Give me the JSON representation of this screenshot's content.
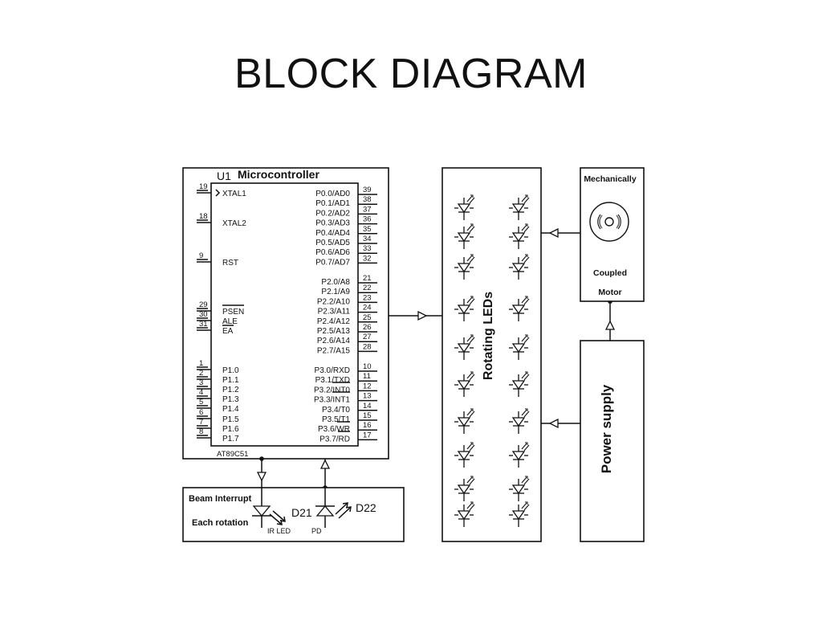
{
  "title": "BLOCK DIAGRAM",
  "mcu": {
    "ref": "U1",
    "title": "Microcontroller",
    "part": "AT89C51",
    "left_pins": [
      {
        "num": "19",
        "name": "XTAL1"
      },
      {
        "num": "18",
        "name": "XTAL2"
      },
      {
        "num": "9",
        "name": "RST"
      },
      {
        "num": "29",
        "name": "PSEN"
      },
      {
        "num": "30",
        "name": "ALE"
      },
      {
        "num": "31",
        "name": "EA"
      },
      {
        "num": "1",
        "name": "P1.0"
      },
      {
        "num": "2",
        "name": "P1.1"
      },
      {
        "num": "3",
        "name": "P1.2"
      },
      {
        "num": "4",
        "name": "P1.3"
      },
      {
        "num": "5",
        "name": "P1.4"
      },
      {
        "num": "6",
        "name": "P1.5"
      },
      {
        "num": "7",
        "name": "P1.6"
      },
      {
        "num": "8",
        "name": "P1.7"
      }
    ],
    "right_pins": [
      {
        "num": "39",
        "name": "P0.0/AD0"
      },
      {
        "num": "38",
        "name": "P0.1/AD1"
      },
      {
        "num": "37",
        "name": "P0.2/AD2"
      },
      {
        "num": "36",
        "name": "P0.3/AD3"
      },
      {
        "num": "35",
        "name": "P0.4/AD4"
      },
      {
        "num": "34",
        "name": "P0.5/AD5"
      },
      {
        "num": "33",
        "name": "P0.6/AD6"
      },
      {
        "num": "32",
        "name": "P0.7/AD7"
      },
      {
        "num": "21",
        "name": "P2.0/A8"
      },
      {
        "num": "22",
        "name": "P2.1/A9"
      },
      {
        "num": "23",
        "name": "P2.2/A10"
      },
      {
        "num": "24",
        "name": "P2.3/A11"
      },
      {
        "num": "25",
        "name": "P2.4/A12"
      },
      {
        "num": "26",
        "name": "P2.5/A13"
      },
      {
        "num": "27",
        "name": "P2.6/A14"
      },
      {
        "num": "28",
        "name": "P2.7/A15"
      },
      {
        "num": "10",
        "name": "P3.0/RXD"
      },
      {
        "num": "11",
        "name": "P3.1/TXD"
      },
      {
        "num": "12",
        "name": "P3.2/INT0"
      },
      {
        "num": "13",
        "name": "P3.3/INT1"
      },
      {
        "num": "14",
        "name": "P3.4/T0"
      },
      {
        "num": "15",
        "name": "P3.5/T1"
      },
      {
        "num": "16",
        "name": "P3.6/WR"
      },
      {
        "num": "17",
        "name": "P3.7/RD"
      }
    ]
  },
  "leds_block": {
    "label": "Rotating LEDs"
  },
  "motor_block": {
    "label_top": "Mechanically",
    "label_mid": "Coupled",
    "label_bottom": "Motor"
  },
  "power_block": {
    "label": "Power supply"
  },
  "sensor_block": {
    "line1": "Beam Interrupt",
    "line2": "Each rotation",
    "ir_ref": "D21",
    "ir_name": "IR LED",
    "pd_ref": "D22",
    "pd_name": "PD"
  }
}
